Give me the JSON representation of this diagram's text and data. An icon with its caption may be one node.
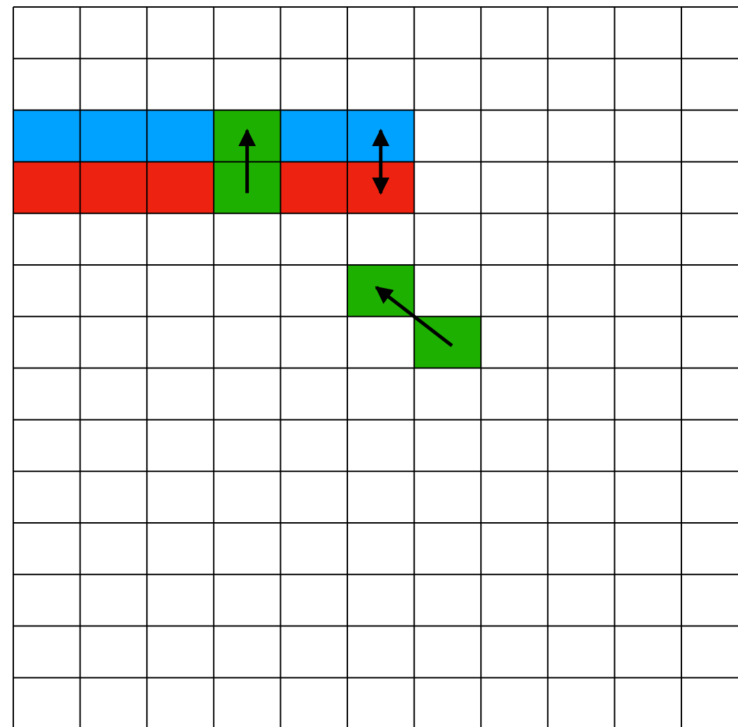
{
  "diagram": {
    "nodes": [
      {
        "text": [],
        "shape": "box"
      },
      {
        "text": [],
        "shape": "box"
      },
      {
        "text": [],
        "shape": "box"
      },
      {
        "text": [],
        "shape": "box"
      },
      {
        "text": [],
        "shape": "box"
      },
      {
        "text": [],
        "shape": "box"
      }
    ],
    "edges": [
      {
        "from": 2,
        "to": 0,
        "arrow": "to"
      },
      {
        "from": 1,
        "to": 3,
        "arrow": "both"
      },
      {
        "from": 5,
        "to": 4,
        "arrow": "to"
      }
    ]
  }
}
